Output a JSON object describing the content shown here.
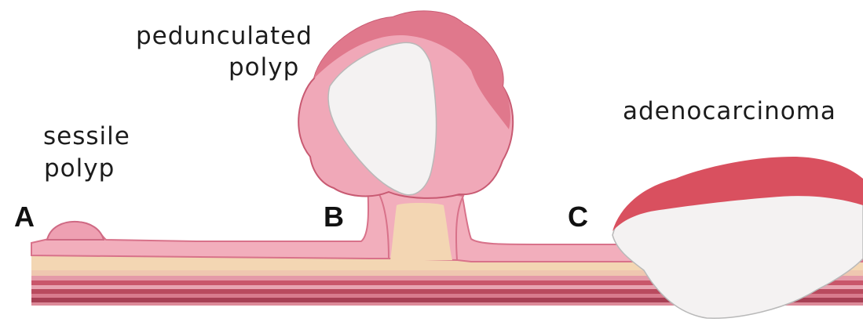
{
  "labels": {
    "pedunculated_line1": "pedunculated",
    "pedunculated_line2": "polyp",
    "sessile_line1": "sessile",
    "sessile_line2": "polyp",
    "adenocarcinoma": "adenocarcinoma"
  },
  "stages": {
    "a": "A",
    "b": "B",
    "c": "C"
  },
  "colors": {
    "mucosa": "#f2aebc",
    "mucosa_edge": "#d8728a",
    "tumor_red": "#d9505f",
    "tumor_white": "#f4f2f2",
    "submucosa": "#f3d6b3",
    "muscle_dark": "#b94a5e",
    "muscle_mid": "#e49aa8"
  }
}
